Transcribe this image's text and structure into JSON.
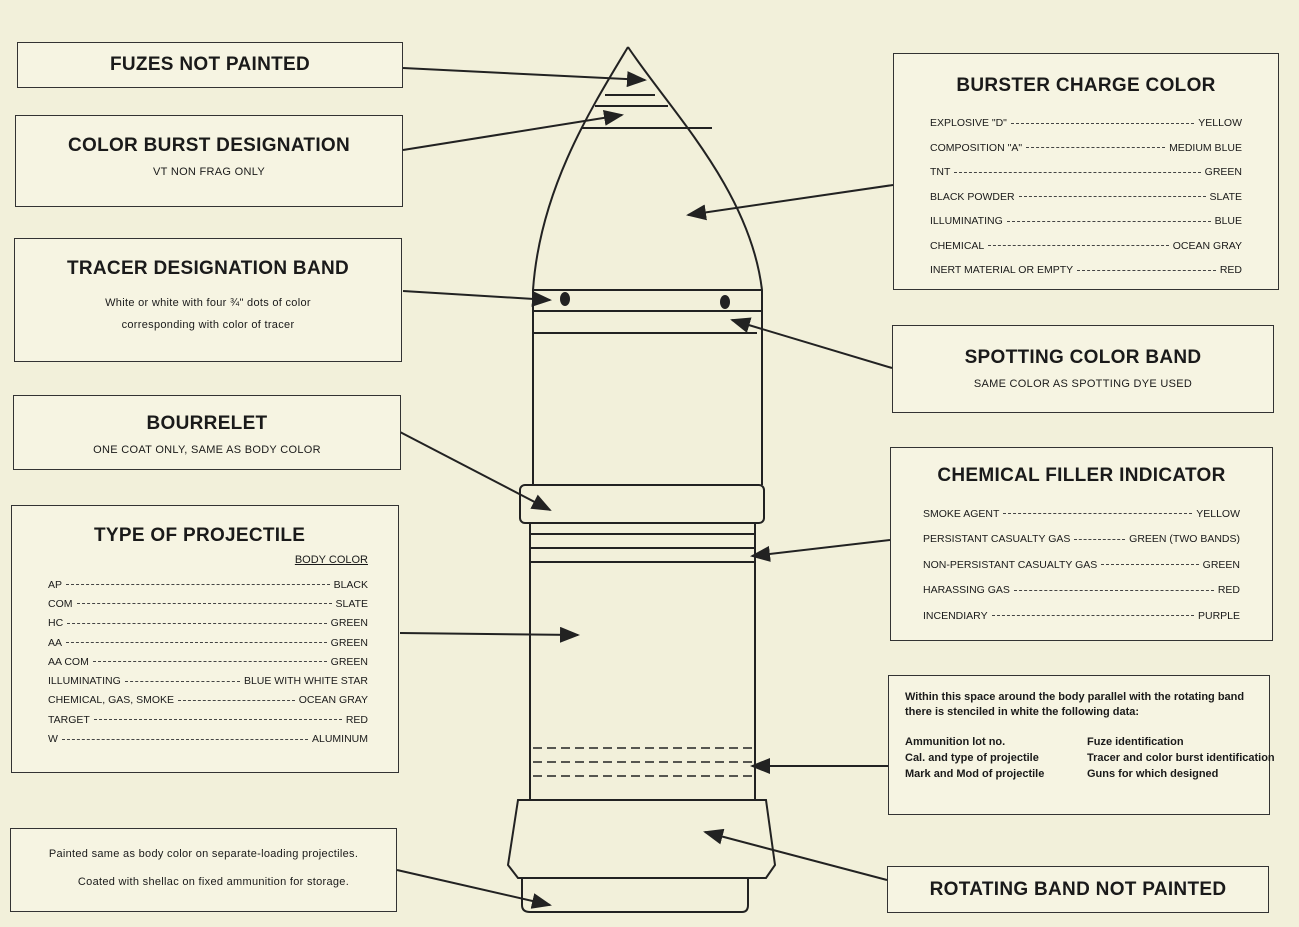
{
  "fuzes": {
    "title": "FUZES NOT PAINTED"
  },
  "color_burst": {
    "title": "COLOR BURST DESIGNATION",
    "note": "VT NON FRAG ONLY"
  },
  "tracer": {
    "title": "TRACER DESIGNATION BAND",
    "note_1": "White or white with four ¾\" dots of color",
    "note_2": "corresponding with color of tracer"
  },
  "bourrelet": {
    "title": "BOURRELET",
    "note": "ONE COAT ONLY, SAME AS BODY COLOR"
  },
  "projectile": {
    "title": "TYPE OF PROJECTILE",
    "column": "BODY COLOR",
    "rows": [
      {
        "k": "AP",
        "v": "BLACK"
      },
      {
        "k": "COM",
        "v": "SLATE"
      },
      {
        "k": "HC",
        "v": "GREEN"
      },
      {
        "k": "AA",
        "v": "GREEN"
      },
      {
        "k": "AA COM",
        "v": "GREEN"
      },
      {
        "k": "ILLUMINATING",
        "v": "BLUE WITH WHITE STAR"
      },
      {
        "k": "CHEMICAL, GAS, SMOKE",
        "v": "OCEAN GRAY"
      },
      {
        "k": "TARGET",
        "v": "RED"
      },
      {
        "k": "W",
        "v": "ALUMINUM"
      }
    ]
  },
  "base": {
    "line_1": "Painted same as body color on separate-loading projectiles.",
    "line_2": "Coated with shellac on fixed ammunition for storage."
  },
  "burster": {
    "title": "BURSTER CHARGE COLOR",
    "rows": [
      {
        "k": "EXPLOSIVE \"D\"",
        "v": "YELLOW"
      },
      {
        "k": "COMPOSITION \"A\"",
        "v": "MEDIUM BLUE"
      },
      {
        "k": "TNT",
        "v": "GREEN"
      },
      {
        "k": "BLACK POWDER",
        "v": "SLATE"
      },
      {
        "k": "ILLUMINATING",
        "v": "BLUE"
      },
      {
        "k": "CHEMICAL",
        "v": "OCEAN GRAY"
      },
      {
        "k": "INERT MATERIAL OR EMPTY",
        "v": "RED"
      }
    ]
  },
  "spotting": {
    "title": "SPOTTING COLOR BAND",
    "note": "SAME COLOR AS SPOTTING DYE USED"
  },
  "chemical": {
    "title": "CHEMICAL FILLER INDICATOR",
    "rows": [
      {
        "k": "SMOKE AGENT",
        "v": "YELLOW"
      },
      {
        "k": "PERSISTANT CASUALTY GAS",
        "v": "GREEN (TWO BANDS)"
      },
      {
        "k": "NON-PERSISTANT CASUALTY GAS",
        "v": "GREEN"
      },
      {
        "k": "HARASSING GAS",
        "v": "RED"
      },
      {
        "k": "INCENDIARY",
        "v": "PURPLE"
      }
    ]
  },
  "stencil": {
    "intro": "Within this space around the body parallel with the rotating band there is stenciled in white the following data:",
    "left": [
      "Ammunition lot no.",
      "Cal. and type of projectile",
      "Mark and Mod of projectile"
    ],
    "right": [
      "Fuze identification",
      "Tracer and color burst identification",
      "Guns for which designed"
    ]
  },
  "rotating": {
    "title": "ROTATING BAND NOT PAINTED"
  }
}
